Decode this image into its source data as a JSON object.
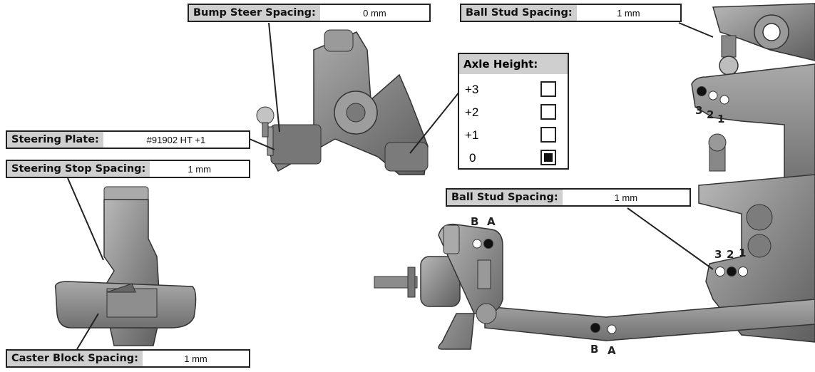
{
  "labels": {
    "bump_steer": {
      "key": "Bump Steer Spacing:",
      "value": "0 mm"
    },
    "ball_stud_top": {
      "key": "Ball Stud Spacing:",
      "value": "1 mm"
    },
    "steering_plate": {
      "key": "Steering Plate:",
      "value": "#91902 HT +1"
    },
    "steering_stop": {
      "key": "Steering Stop Spacing:",
      "value": "1 mm"
    },
    "ball_stud_mid": {
      "key": "Ball Stud Spacing:",
      "value": "1 mm"
    },
    "caster_block": {
      "key": "Caster Block Spacing:",
      "value": "1 mm"
    }
  },
  "axle_height": {
    "title": "Axle Height:",
    "options": [
      {
        "label": "+3",
        "checked": false
      },
      {
        "label": "+2",
        "checked": false
      },
      {
        "label": "+1",
        "checked": false
      },
      {
        "label": "0",
        "checked": true
      }
    ]
  },
  "markers": {
    "tower_numbers": [
      "3",
      "2",
      "1"
    ],
    "arm_numbers": [
      "3",
      "2",
      "1"
    ],
    "hub_letters": [
      "B",
      "A"
    ],
    "link_letters": [
      "B",
      "A"
    ]
  },
  "colors": {
    "label_key_bg": "#cfcfcf",
    "part_grey": "#8d8d8d",
    "border": "#222222"
  }
}
